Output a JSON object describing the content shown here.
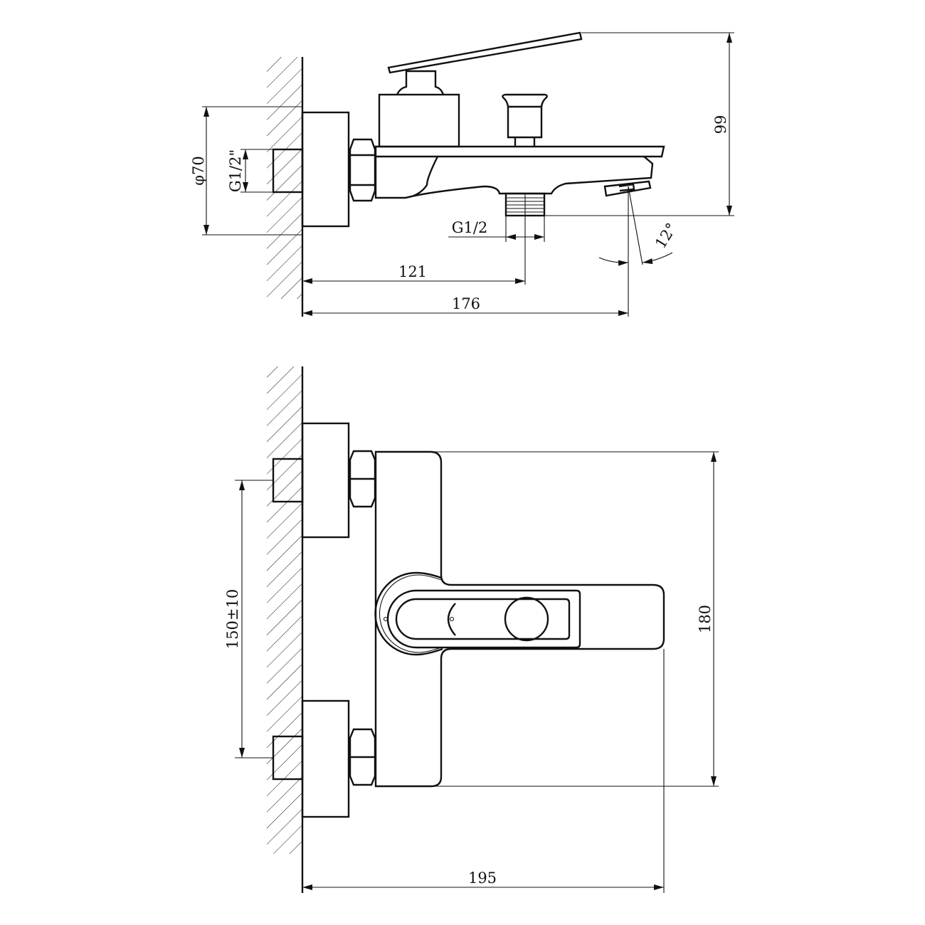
{
  "drawing": {
    "side_view": {
      "height_dim": "99",
      "flange_diameter_dim": "φ70",
      "inlet_thread_dim": "G1/2\"",
      "outlet_thread_dim": "G1/2",
      "spout_angle_dim": "12°",
      "outlet_offset_dim": "121",
      "spout_projection_dim": "176"
    },
    "front_view": {
      "inlet_spacing_dim": "150±10",
      "body_height_dim": "180",
      "total_projection_dim": "195"
    },
    "colors": {
      "line": "#111111",
      "background": "#ffffff"
    }
  }
}
